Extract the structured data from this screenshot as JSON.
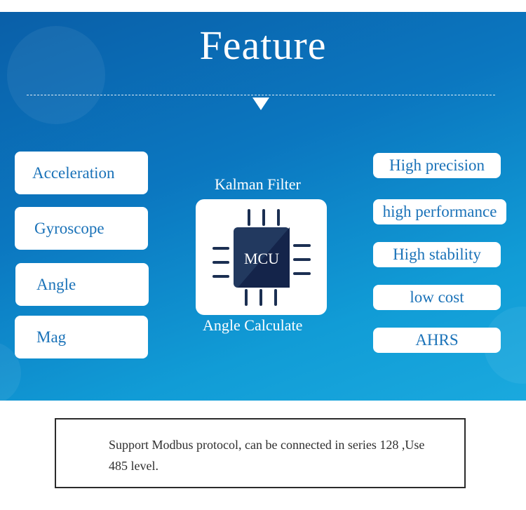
{
  "title": "Feature",
  "inputs": [
    "Acceleration",
    "Gyroscope",
    "Angle",
    "Mag"
  ],
  "chip": {
    "top_label": "Kalman Filter",
    "core_label": "MCU",
    "bottom_label": "Angle Calculate"
  },
  "features": [
    "High precision",
    "high performance",
    "High stability",
    "low cost",
    "AHRS"
  ],
  "note": {
    "text": "Support Modbus protocol, can be connected in series 128 ,Use 485 level."
  },
  "colors": {
    "banner_dark": "#0a5fa8",
    "banner_light": "#1aa9de",
    "label_text": "#1a72b8",
    "chip_dark": "#1b2f52"
  }
}
